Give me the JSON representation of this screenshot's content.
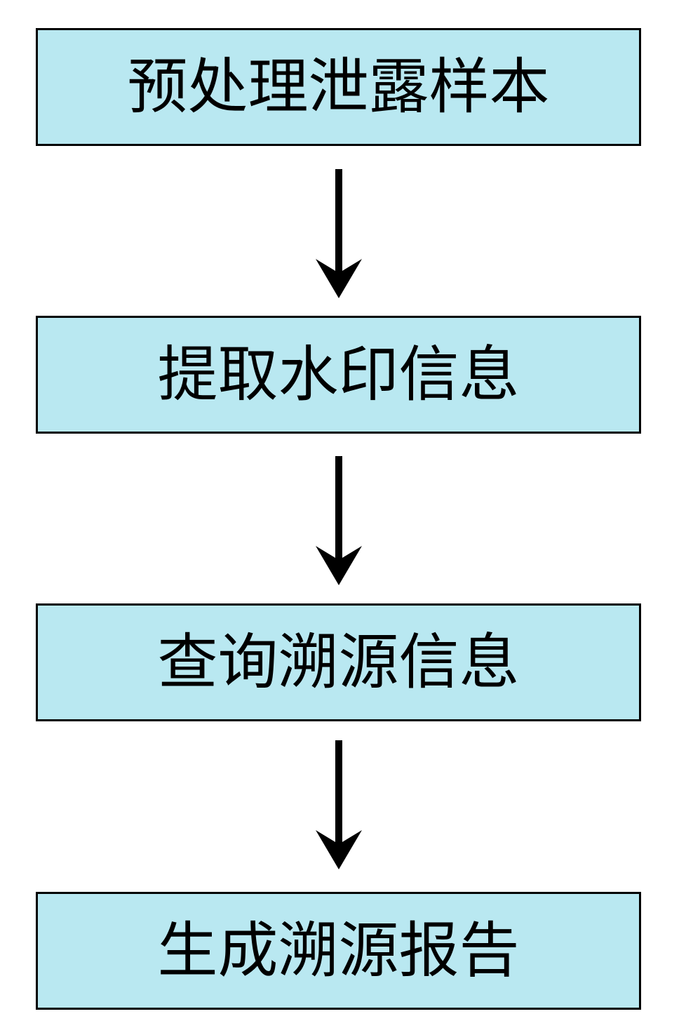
{
  "colors": {
    "box_fill": "#b9e8f1",
    "box_border": "#000000",
    "arrow": "#000000",
    "text": "#000000"
  },
  "steps": [
    {
      "label": "预处理泄露样本"
    },
    {
      "label": "提取水印信息"
    },
    {
      "label": "查询溯源信息"
    },
    {
      "label": "生成溯源报告"
    }
  ]
}
